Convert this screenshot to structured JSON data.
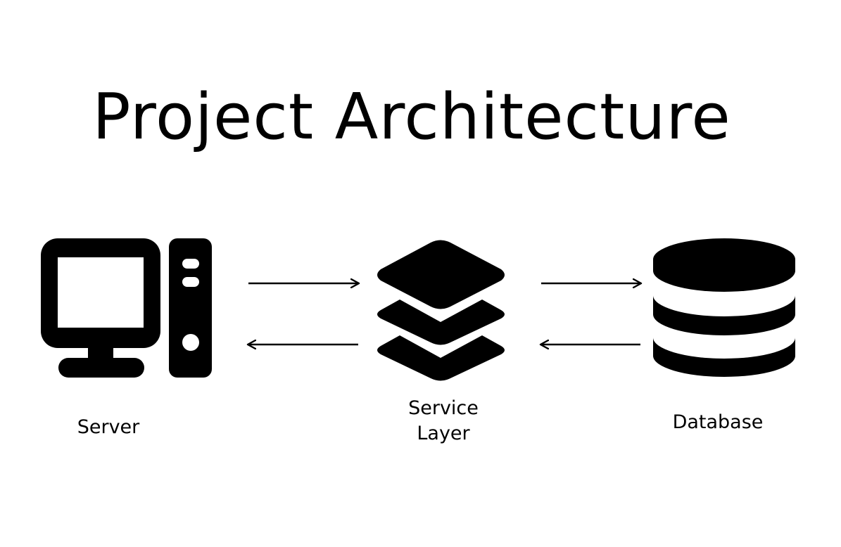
{
  "diagram": {
    "title": "Project Architecture",
    "nodes": [
      {
        "id": "server",
        "label": "Server",
        "icon": "desktop-computer-icon"
      },
      {
        "id": "service",
        "label": "Service\nLayer",
        "icon": "layers-icon"
      },
      {
        "id": "database",
        "label": "Database",
        "icon": "database-icon"
      }
    ],
    "edges": [
      {
        "from": "server",
        "to": "service"
      },
      {
        "from": "service",
        "to": "server"
      },
      {
        "from": "service",
        "to": "database"
      },
      {
        "from": "database",
        "to": "service"
      }
    ],
    "colors": {
      "ink": "#000000",
      "background": "#ffffff"
    }
  }
}
